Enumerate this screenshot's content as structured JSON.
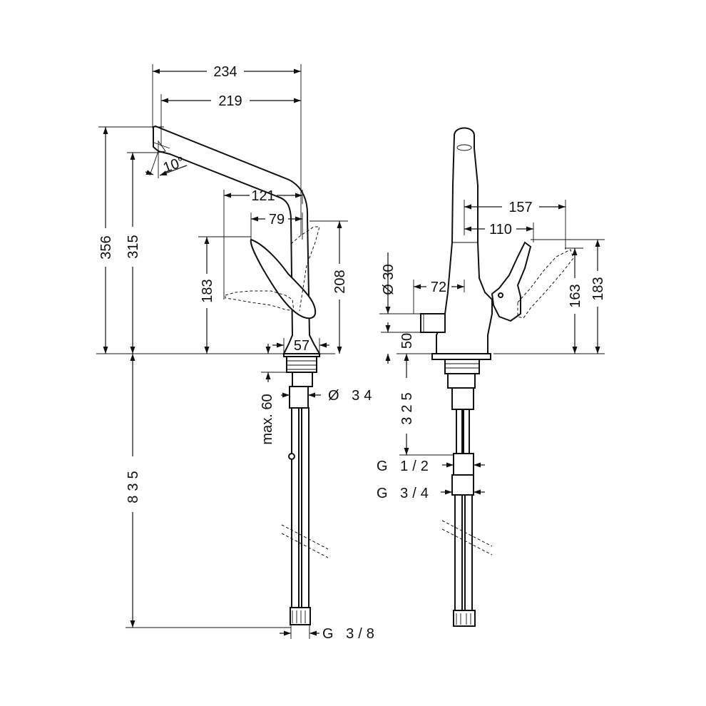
{
  "side_view": {
    "dim_width_outer": "234",
    "dim_width_spout": "219",
    "dim_height_total": "356",
    "dim_height_outlet": "315",
    "dim_angle": "10°",
    "dim_lever_reach": "121",
    "dim_lever_offset": "79",
    "dim_lever_height": "183",
    "dim_lever_open_height": "208",
    "dim_base_diameter": "57",
    "dim_max_thickness": "max. 60",
    "dim_shank_diameter": "Ø 34",
    "dim_hose_length": "835",
    "dim_hose_thread": "G 3/8"
  },
  "front_view": {
    "dim_valve_diameter": "Ø 30",
    "dim_valve_offset": "72",
    "dim_valve_height": "50",
    "dim_lever_reach_outer": "157",
    "dim_lever_reach_inner": "110",
    "dim_lever_height_a": "163",
    "dim_lever_height_b": "183",
    "dim_hose_length": "325",
    "dim_thread_small": "G 1/2",
    "dim_thread_large": "G 3/4"
  }
}
